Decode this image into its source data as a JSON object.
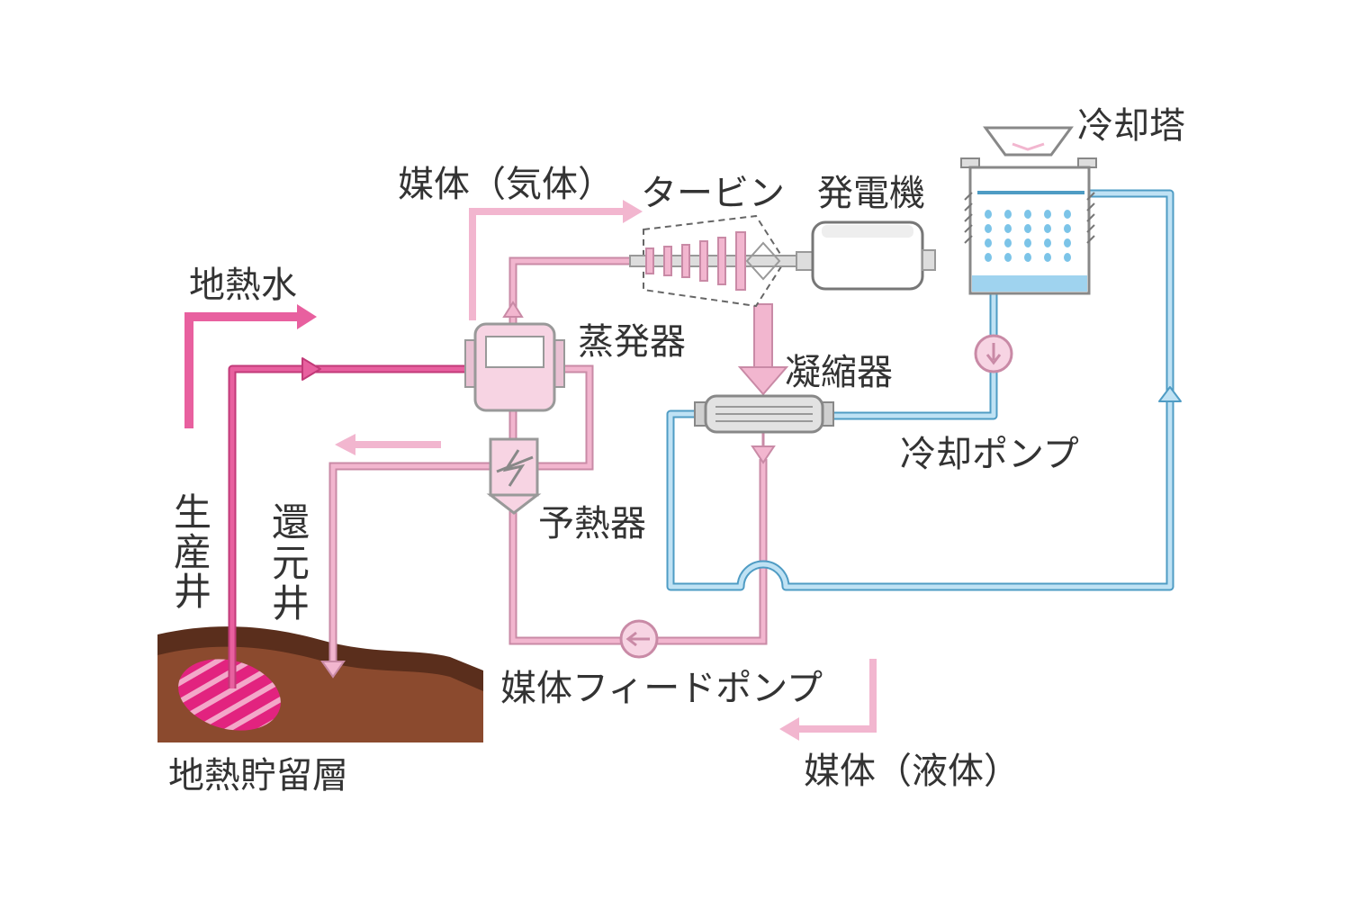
{
  "labels": {
    "cooling_tower": "冷却塔",
    "medium_gas": "媒体（気体）",
    "turbine": "タービン",
    "generator": "発電機",
    "geothermal_water": "地熱水",
    "evaporator": "蒸発器",
    "condenser": "凝縮器",
    "cooling_pump": "冷却ポンプ",
    "preheater": "予熱器",
    "production_well": [
      "生",
      "産",
      "井"
    ],
    "reinjection_well": [
      "還",
      "元",
      "井"
    ],
    "feed_pump": "媒体フィードポンプ",
    "reservoir": "地熱貯留層",
    "medium_liquid": "媒体（液体）"
  },
  "colors": {
    "geothermal": "#e8609f",
    "medium": "#f2b6cf",
    "medium_stroke": "#c98aa6",
    "cooling_water": "#7cc4e8",
    "cooling_stroke": "#4f9cc4",
    "ground_dark": "#5a2e1c",
    "ground": "#8b4a2e",
    "equipment_fill": "#f7d4e3",
    "grey": "#cfcfcf",
    "text": "#333333"
  },
  "icons": {
    "arrow": "arrow-icon",
    "pump": "pump-icon",
    "fan": "fan-icon",
    "water-drop": "drop-icon"
  }
}
